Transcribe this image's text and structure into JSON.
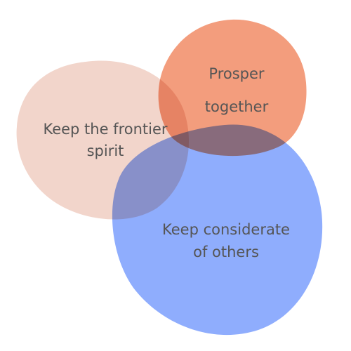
{
  "colors": {
    "peach": "#f2d5cb",
    "salmon": "#f39d7d",
    "blue": "#8fadfd",
    "text": "#555555"
  },
  "circles": [
    {
      "name": "frontier",
      "color_key": "peach",
      "lines": [
        "Keep the frontier",
        "spirit"
      ]
    },
    {
      "name": "prosper",
      "color_key": "salmon",
      "lines": [
        "Prosper",
        "together"
      ]
    },
    {
      "name": "considerate",
      "color_key": "blue",
      "lines": [
        "Keep considerate",
        "of others"
      ]
    }
  ]
}
